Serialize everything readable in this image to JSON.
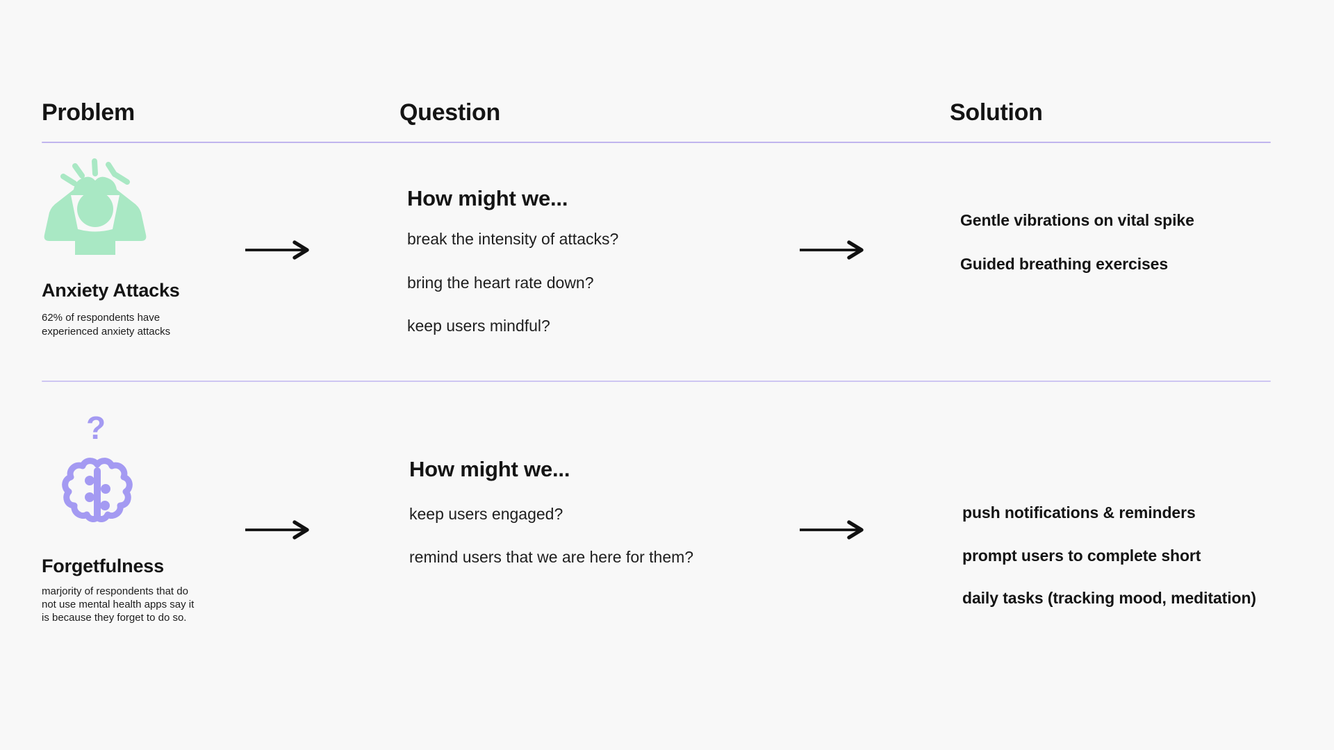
{
  "page": {
    "background": "#f8f8f8",
    "header_rule_color": "#c0b5ee",
    "row_divider_color": "#cec6f2",
    "arrow_color": "#111111"
  },
  "headers": {
    "problem": "Problem",
    "question": "Question",
    "solution": "Solution"
  },
  "rows": [
    {
      "problem": {
        "icon": "anxiety-stress-person-icon",
        "icon_color": "#a9e8c4",
        "title": "Anxiety Attacks",
        "description_lines": [
          "62% of respondents have",
          "experienced anxiety attacks"
        ]
      },
      "question": {
        "heading": "How might we...",
        "items": [
          "break the intensity of attacks?",
          "bring the heart rate down?",
          "keep users mindful?"
        ]
      },
      "solution": {
        "items": [
          "Gentle vibrations on vital spike",
          "Guided breathing exercises"
        ]
      }
    },
    {
      "problem": {
        "icon": "brain-icon",
        "icon_color": "#a49af2",
        "question_mark": "?",
        "title": "Forgetfulness",
        "description_lines": [
          "marjority of respondents that do",
          "not use mental health apps say it",
          "is because they forget to do so."
        ]
      },
      "question": {
        "heading": "How might we...",
        "items": [
          "keep users engaged?",
          "remind users that we are here for them?"
        ]
      },
      "solution": {
        "items": [
          "push notifications & reminders",
          "prompt users to complete short",
          "daily tasks (tracking mood, meditation)"
        ]
      }
    }
  ]
}
